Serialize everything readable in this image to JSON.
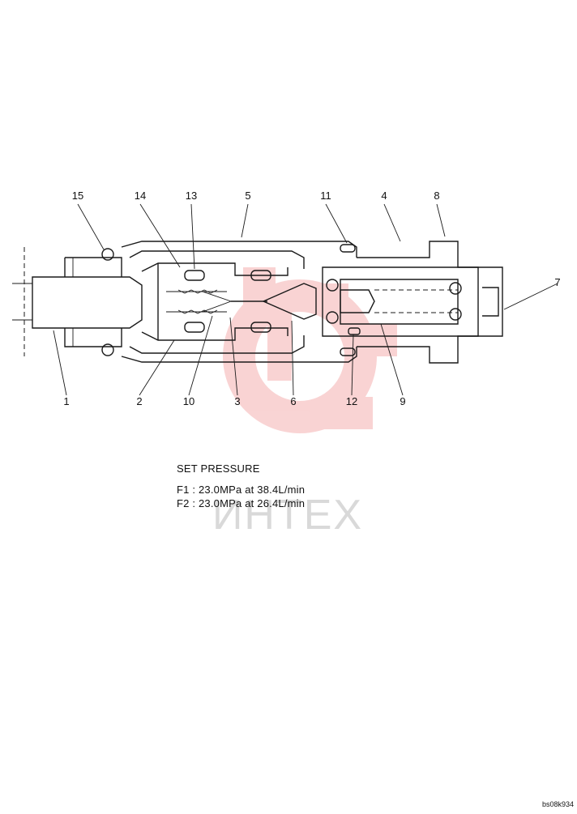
{
  "diagram": {
    "part_labels": [
      "15",
      "14",
      "13",
      "5",
      "11",
      "4",
      "8",
      "7",
      "1",
      "2",
      "10",
      "3",
      "6",
      "12",
      "9"
    ],
    "set_pressure": {
      "title": "SET PRESSURE",
      "line1": "F1 : 23.0MPa  at  38.4L/min",
      "line2": "F2 : 23.0MPa  at  26.4L/min"
    },
    "drawing_code": "bs08k934",
    "watermark": {
      "text": "ИНТЕХ",
      "color": "#f2a0a0"
    }
  }
}
